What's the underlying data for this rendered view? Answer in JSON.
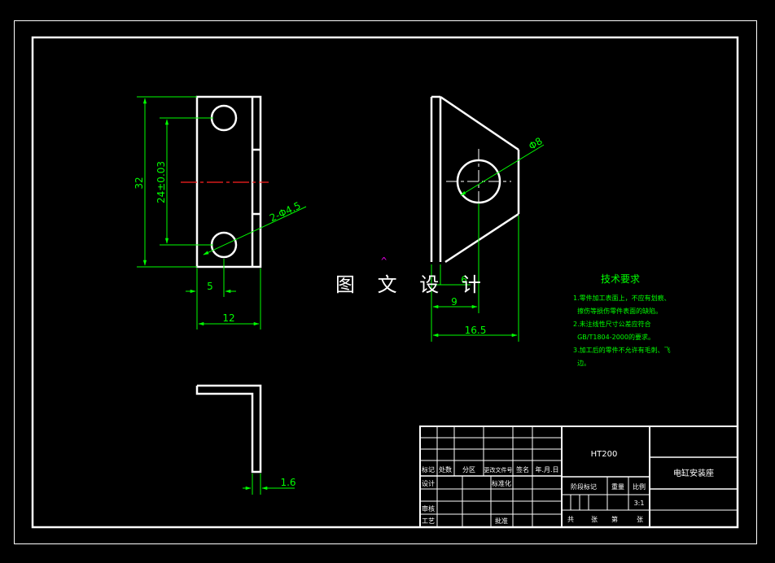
{
  "watermark": "图 文 设 计",
  "cursor_glyph": "^",
  "colors": {
    "background": "#000000",
    "outline": "#ffffff",
    "dimension": "#00ff00",
    "centerline": "#ff2020",
    "marker": "#e000e0"
  },
  "dimensions": {
    "d32": "32",
    "d24": "24±0.03",
    "d2phi45": "2-Φ4.5",
    "d5": "5",
    "d12": "12",
    "dphi8": "Φ8",
    "d6": "6",
    "d9": "9",
    "d165": "16.5",
    "d16": "1.6"
  },
  "tech_req": {
    "title": "技术要求",
    "lines": [
      "1.零件加工表面上，不应有划痕、",
      "  擦伤等损伤零件表面的缺陷。",
      "2.未注线性尺寸公差应符合",
      "  GB/T1804-2000的要求。",
      "3.加工后的零件不允许有毛刺、飞",
      "  边。"
    ]
  },
  "title_block": {
    "material": "HT200",
    "part_name": "电缸安装座",
    "col_marker": "标记",
    "col_count": "处数",
    "col_zone": "分区",
    "col_change_doc": "更改文件号",
    "col_sign": "签名",
    "col_date": "年.月.日",
    "design": "设计",
    "standardize": "标准化",
    "review": "审核",
    "process": "工艺",
    "approve": "批准",
    "stage_mark": "阶段标记",
    "weight": "重量",
    "scale": "比例",
    "scale_value": "3:1",
    "sheets_total": "共",
    "sheets_label": "张",
    "sheet_no": "第",
    "sheet_label": "张"
  }
}
